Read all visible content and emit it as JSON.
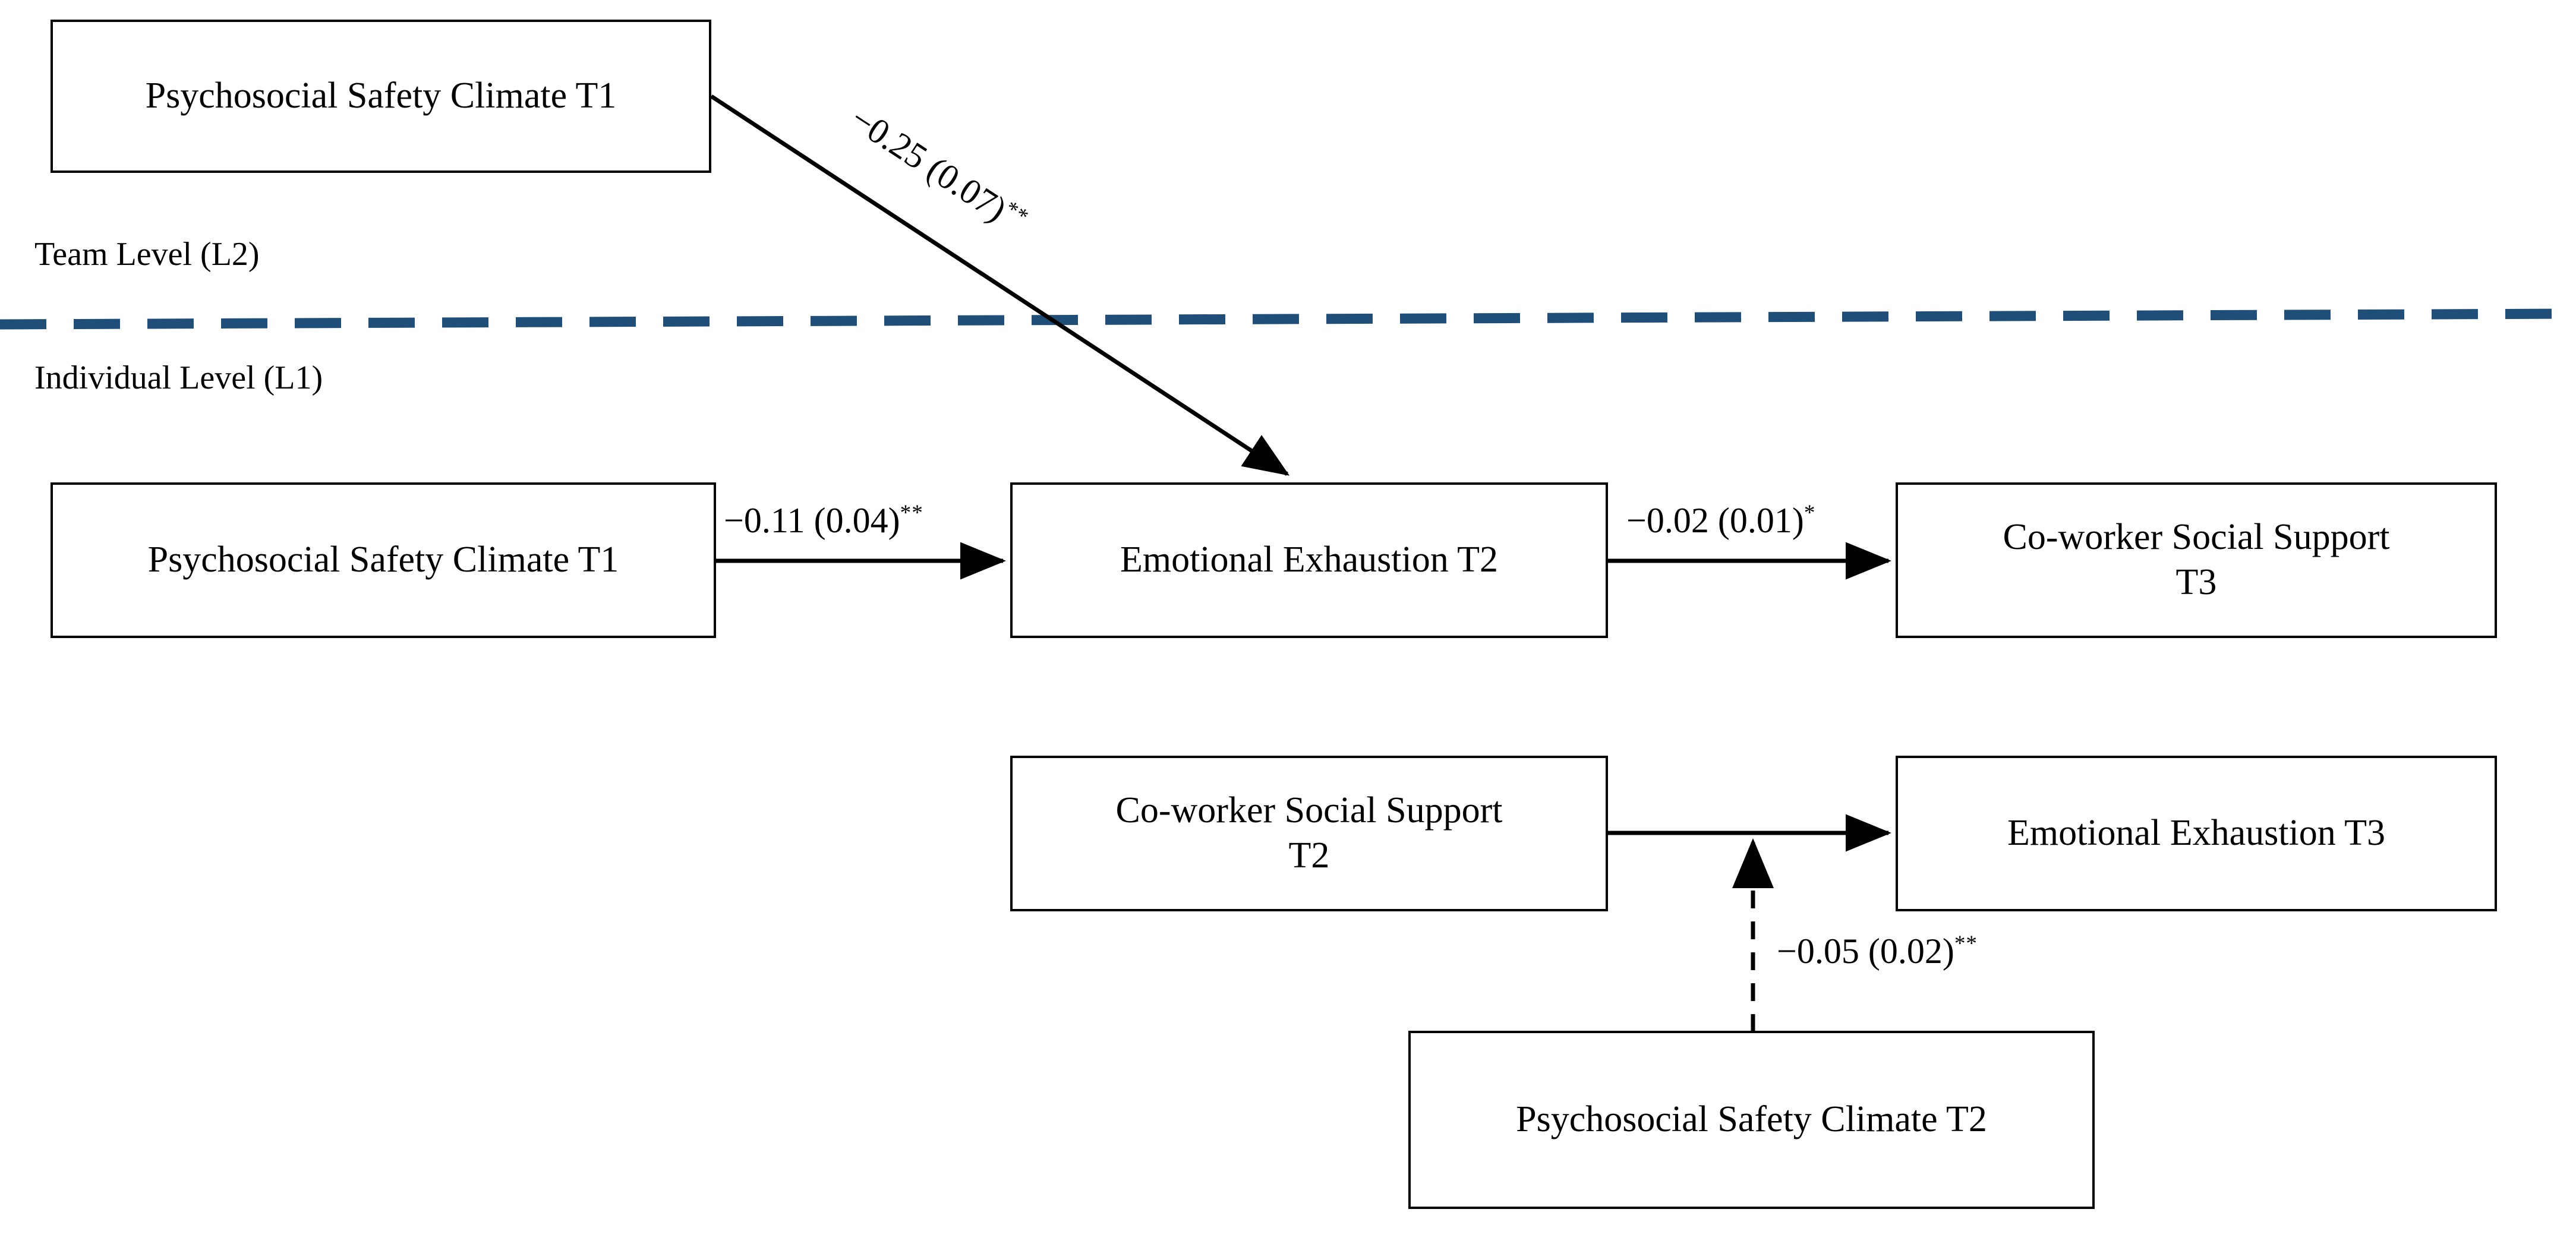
{
  "figure": {
    "type": "path-model-diagram",
    "background": "#ffffff",
    "divider_color": "#1F4E79",
    "line_color": "#000000"
  },
  "levels": {
    "team": "Team Level (L2)",
    "individual": "Individual Level (L1)"
  },
  "nodes": {
    "psc_t1_team": "Psychosocial Safety Climate T1",
    "psc_t1_indiv": "Psychosocial Safety Climate T1",
    "ee_t2": "Emotional Exhaustion T2",
    "css_t3": "Co-worker Social Support\nT3",
    "css_t2": "Co-worker Social Support\nT2",
    "ee_t3": "Emotional Exhaustion T3",
    "psc_t2": "Psychosocial Safety Climate T2"
  },
  "paths": [
    {
      "id": "psc-t1-team-to-ee-t2",
      "from": "psc_t1_team",
      "to": "ee_t2",
      "estimate": "−0.25",
      "se": "(0.07)",
      "stars": "**",
      "label": "−0.25 (0.07)**",
      "style": "solid",
      "orientation": "diagonal"
    },
    {
      "id": "psc-t1-indiv-to-ee-t2",
      "from": "psc_t1_indiv",
      "to": "ee_t2",
      "estimate": "−0.11",
      "se": "(0.04)",
      "stars": "**",
      "label": "−0.11 (0.04)**",
      "style": "solid",
      "orientation": "horizontal"
    },
    {
      "id": "ee-t2-to-css-t3",
      "from": "ee_t2",
      "to": "css_t3",
      "estimate": "−0.02",
      "se": "(0.01)",
      "stars": "*",
      "label": "−0.02 (0.01)*",
      "style": "solid",
      "orientation": "horizontal"
    },
    {
      "id": "css-t2-to-ee-t3",
      "from": "css_t2",
      "to": "ee_t3",
      "estimate": "",
      "se": "",
      "stars": "",
      "label": "",
      "style": "solid",
      "orientation": "horizontal"
    },
    {
      "id": "psc-t2-moderates-css-t2-ee-t3",
      "from": "psc_t2",
      "to": "css-t2-to-ee-t3",
      "estimate": "−0.05",
      "se": "(0.02)",
      "stars": "**",
      "label": "−0.05 (0.02)**",
      "style": "dashed",
      "orientation": "vertical-moderation"
    }
  ]
}
